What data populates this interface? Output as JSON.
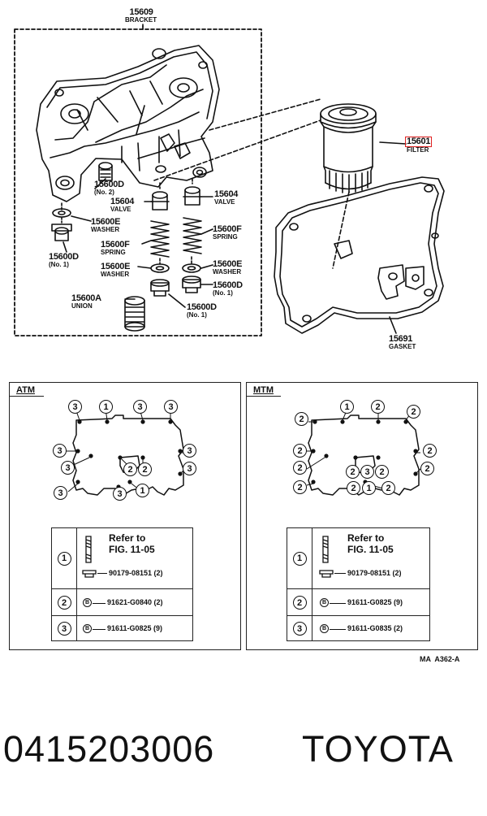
{
  "diagram": {
    "bracket": {
      "number": "15609",
      "name": "BRACKET"
    },
    "filter": {
      "number": "15601",
      "name": "FILTER"
    },
    "gasket": {
      "number": "15691",
      "name": "GASKET"
    },
    "plug_no2": {
      "number": "15600D",
      "note": "(No. 2)"
    },
    "valve_left": {
      "number": "15604",
      "name": "VALVE"
    },
    "valve_right": {
      "number": "15604",
      "name": "VALVE"
    },
    "washer_left_top": {
      "number": "15600E",
      "name": "WASHER"
    },
    "spring_right": {
      "number": "15600F",
      "name": "SPRING"
    },
    "plug_left": {
      "number": "15600D",
      "note": "(No. 1)"
    },
    "spring_left": {
      "number": "15600F",
      "name": "SPRING"
    },
    "washer_mid_left": {
      "number": "15600E",
      "name": "WASHER"
    },
    "washer_mid_right": {
      "number": "15600E",
      "name": "WASHER"
    },
    "union": {
      "number": "15600A",
      "name": "UNION"
    },
    "plug_right": {
      "number": "15600D",
      "note": "(No. 1)"
    },
    "plug_bottom": {
      "number": "15600D",
      "note": "(No. 1)"
    }
  },
  "atm": {
    "title": "ATM",
    "markers": [
      "3",
      "1",
      "3",
      "3",
      "3",
      "3",
      "3",
      "2",
      "2",
      "3",
      "3",
      "3",
      "1"
    ],
    "legend": {
      "row1": {
        "num": "1",
        "refer": "Refer to",
        "fig": "FIG. 11-05",
        "part": "90179-08151 (2)"
      },
      "row2": {
        "num": "2",
        "bolt": "B",
        "part": "91621-G0840 (2)"
      },
      "row3": {
        "num": "3",
        "bolt": "B",
        "part": "91611-G0825 (9)"
      }
    }
  },
  "mtm": {
    "title": "MTM",
    "markers": [
      "2",
      "1",
      "2",
      "2",
      "2",
      "2",
      "2",
      "2",
      "3",
      "2",
      "2",
      "2",
      "2",
      "1",
      "2"
    ],
    "legend": {
      "row1": {
        "num": "1",
        "refer": "Refer to",
        "fig": "FIG. 11-05",
        "part": "90179-08151 (2)"
      },
      "row2": {
        "num": "2",
        "bolt": "B",
        "part": "91611-G0825 (9)"
      },
      "row3": {
        "num": "3",
        "bolt": "B",
        "part": "91611-G0835 (2)"
      }
    }
  },
  "figure_code": "MA  A362-A",
  "footer": {
    "part_number": "0415203006",
    "brand": "TOYOTA"
  },
  "colors": {
    "line": "#111111",
    "highlight": "#e02020",
    "background": "#ffffff"
  }
}
